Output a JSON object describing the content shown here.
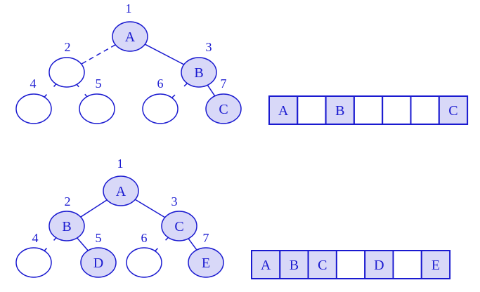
{
  "colors": {
    "stroke": "#1a1ad0",
    "filled": "#d8d8f8",
    "empty": "#ffffff"
  },
  "diagrams": [
    {
      "name": "top",
      "nodes": [
        {
          "index": "1",
          "label": "A",
          "filled": true
        },
        {
          "index": "2",
          "label": "",
          "filled": false
        },
        {
          "index": "3",
          "label": "B",
          "filled": true
        },
        {
          "index": "4",
          "label": "",
          "filled": false
        },
        {
          "index": "5",
          "label": "",
          "filled": false
        },
        {
          "index": "6",
          "label": "",
          "filled": false
        },
        {
          "index": "7",
          "label": "C",
          "filled": true
        }
      ],
      "edges": [
        {
          "from": 0,
          "to": 1,
          "style": "dashed"
        },
        {
          "from": 0,
          "to": 2,
          "style": "solid"
        },
        {
          "from": 1,
          "to": 3,
          "style": "stub"
        },
        {
          "from": 1,
          "to": 4,
          "style": "stub"
        },
        {
          "from": 2,
          "to": 5,
          "style": "stub"
        },
        {
          "from": 2,
          "to": 6,
          "style": "solid"
        }
      ],
      "array": [
        "A",
        "",
        "B",
        "",
        "",
        "",
        "C"
      ]
    },
    {
      "name": "bottom",
      "nodes": [
        {
          "index": "1",
          "label": "A",
          "filled": true
        },
        {
          "index": "2",
          "label": "B",
          "filled": true
        },
        {
          "index": "3",
          "label": "C",
          "filled": true
        },
        {
          "index": "4",
          "label": "",
          "filled": false
        },
        {
          "index": "5",
          "label": "D",
          "filled": true
        },
        {
          "index": "6",
          "label": "",
          "filled": false
        },
        {
          "index": "7",
          "label": "E",
          "filled": true
        }
      ],
      "edges": [
        {
          "from": 0,
          "to": 1,
          "style": "solid"
        },
        {
          "from": 0,
          "to": 2,
          "style": "solid"
        },
        {
          "from": 1,
          "to": 3,
          "style": "stub"
        },
        {
          "from": 1,
          "to": 4,
          "style": "solid"
        },
        {
          "from": 2,
          "to": 5,
          "style": "stub"
        },
        {
          "from": 2,
          "to": 6,
          "style": "solid"
        }
      ],
      "array": [
        "A",
        "B",
        "C",
        "",
        "D",
        "",
        "E"
      ]
    }
  ]
}
